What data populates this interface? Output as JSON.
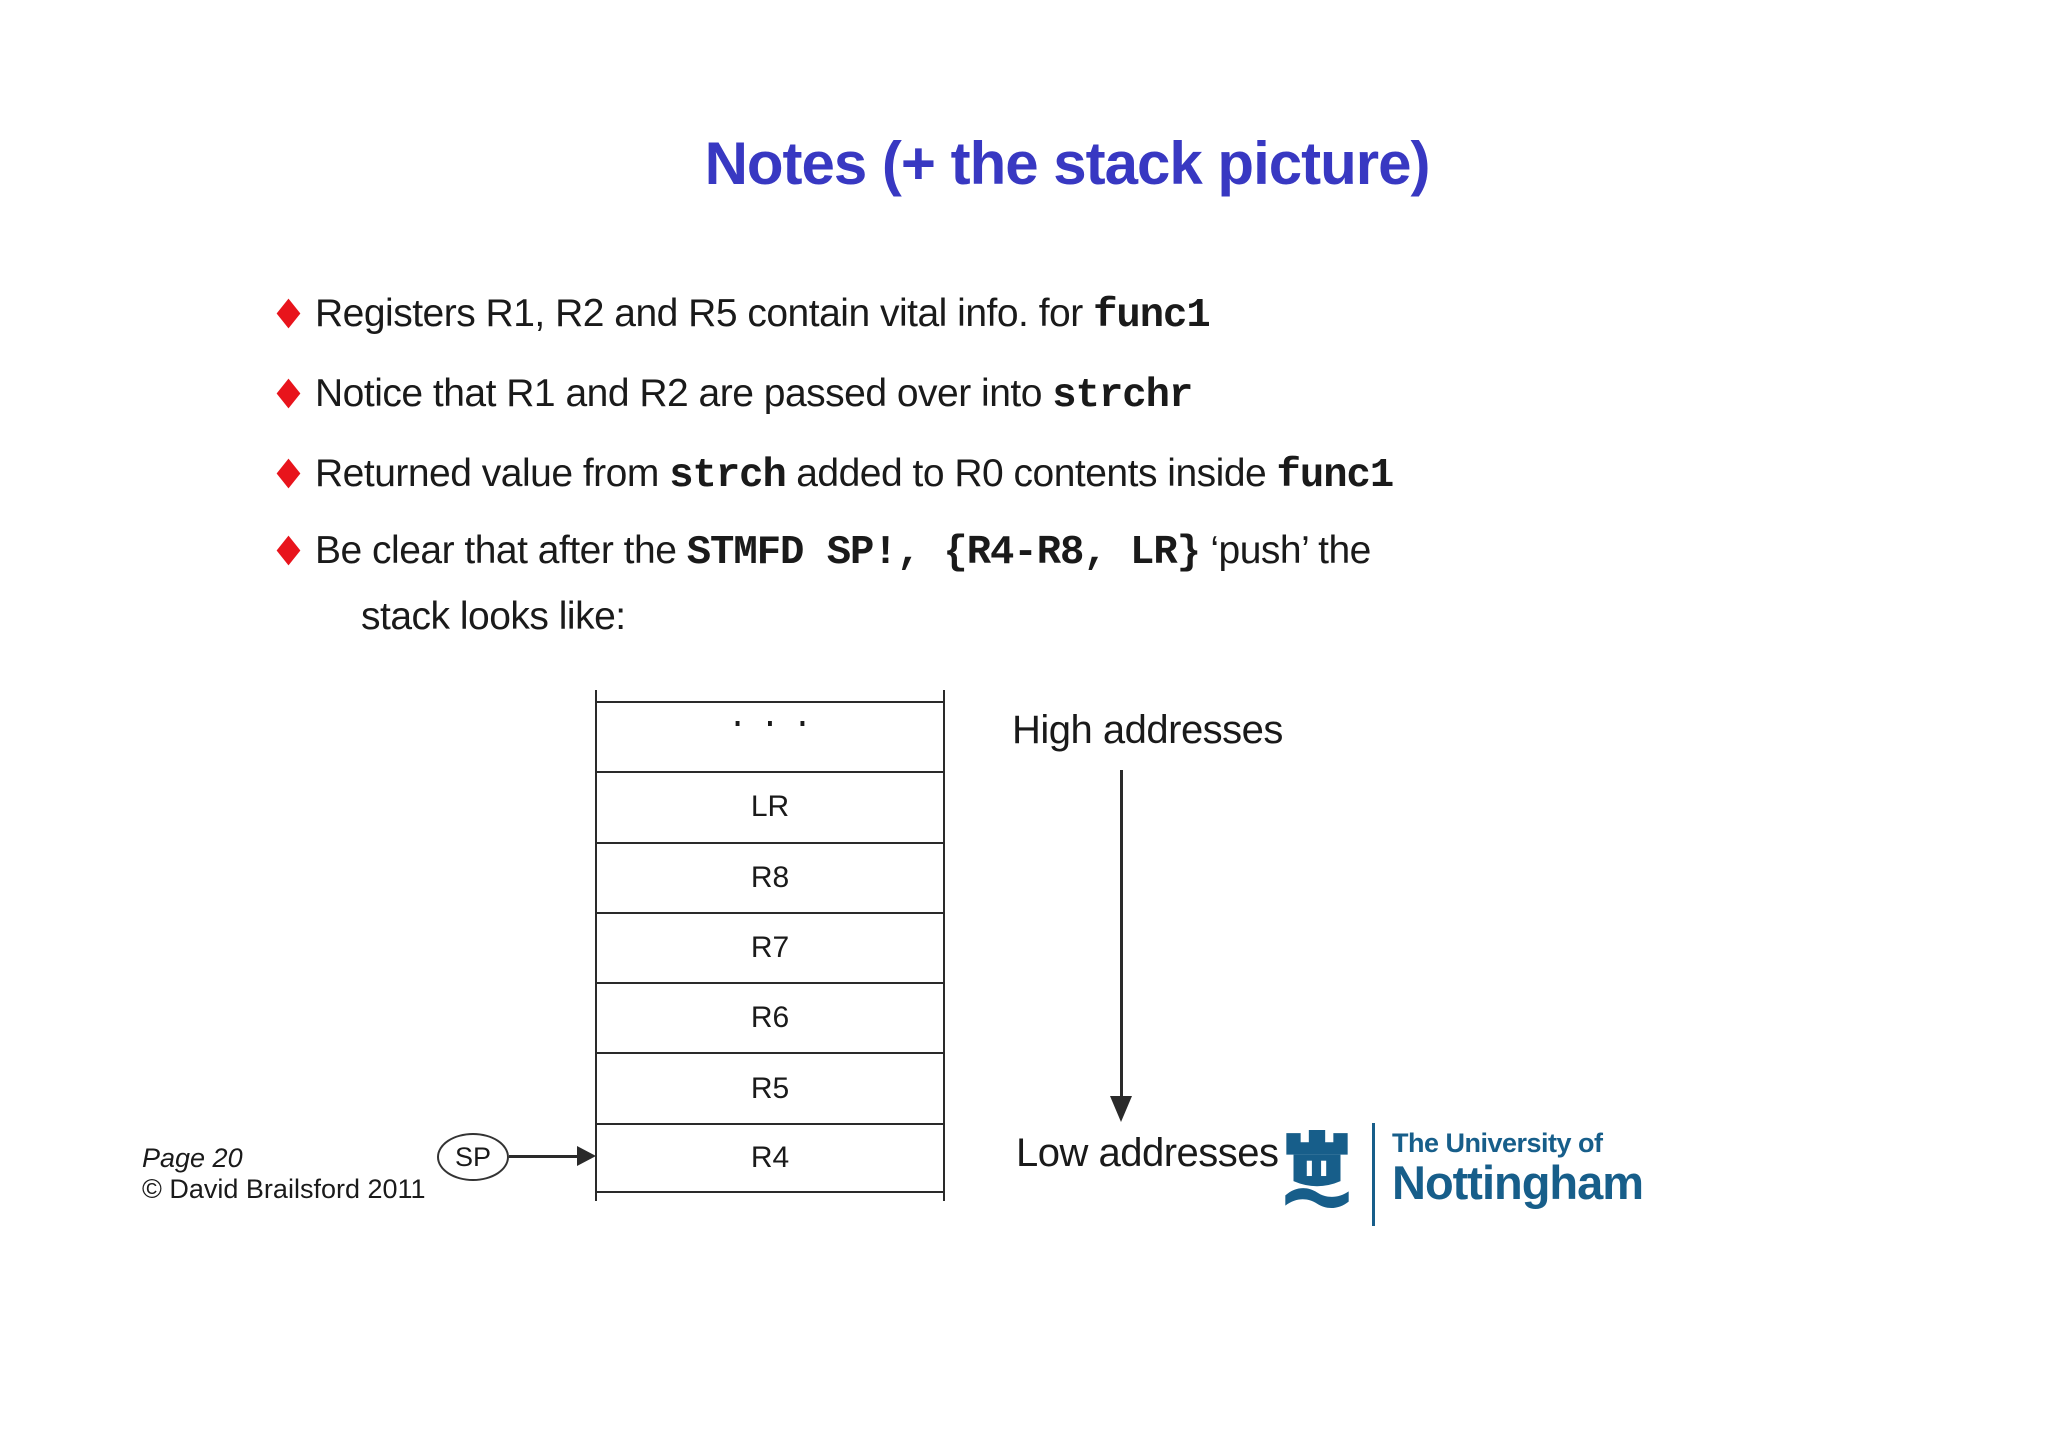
{
  "slide": {
    "title": "Notes (+ the stack picture)",
    "bullets": [
      {
        "lines": [
          [
            {
              "t": "text",
              "s": "Registers R1, R2 and R5 contain vital info. for "
            },
            {
              "t": "mono",
              "s": "func1"
            }
          ]
        ]
      },
      {
        "lines": [
          [
            {
              "t": "text",
              "s": "Notice that R1 and R2 are passed over into "
            },
            {
              "t": "mono",
              "s": "strchr"
            }
          ]
        ]
      },
      {
        "lines": [
          [
            {
              "t": "text",
              "s": "Returned value from "
            },
            {
              "t": "mono",
              "s": "strch"
            },
            {
              "t": "text",
              "s": " added to R0 contents inside "
            },
            {
              "t": "mono",
              "s": "func1"
            }
          ]
        ]
      },
      {
        "lines": [
          [
            {
              "t": "text",
              "s": "Be clear that after the "
            },
            {
              "t": "mono",
              "s": "STMFD SP!, {R4-R8, LR}"
            },
            {
              "t": "text",
              "s": " ‘push’ the"
            }
          ],
          [
            {
              "t": "text",
              "s": "stack looks like:"
            }
          ]
        ]
      }
    ],
    "stack": {
      "cells": [
        "...",
        "LR",
        "R8",
        "R7",
        "R6",
        "R5",
        "R4"
      ],
      "pointer_label": "SP"
    },
    "labels": {
      "high": "High addresses",
      "low": "Low addresses"
    },
    "footer": {
      "page": "Page 20",
      "copyright": "© David Brailsford 2011"
    },
    "logo": {
      "line1": "The University of",
      "line2": "Nottingham"
    },
    "colors": {
      "title_blue": "#3838c2",
      "bullet_red": "#e8141c",
      "body_text": "#1a1a1a",
      "logo_blue": "#175e8a",
      "line_color": "#2a2a2a"
    }
  }
}
